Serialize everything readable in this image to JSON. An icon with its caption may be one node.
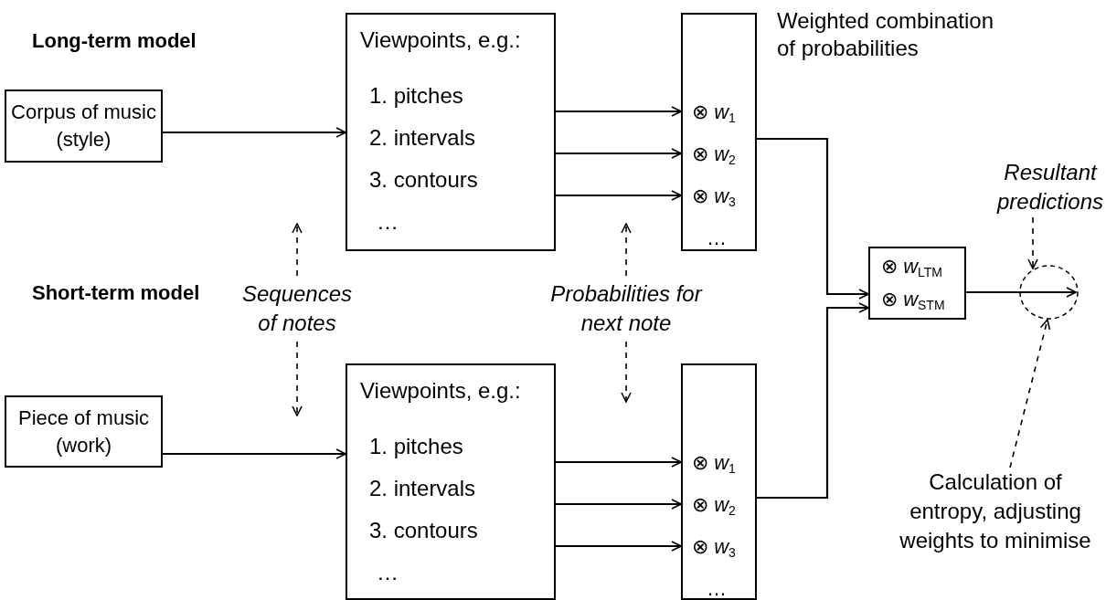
{
  "diagram": {
    "nodes": [
      {
        "text": [
          "Corpus of music (style)"
        ]
      },
      {
        "text": [
          "Viewpoints, e.g.:",
          "1. pitches",
          "2. intervals",
          "3. contours",
          "…"
        ]
      },
      {
        "text": [
          "⊗ *w*$_{1}$",
          "⊗ *w*$_{2}$",
          "⊗ *w*$_{3}$",
          "…"
        ],
        "beside": [
          "Weighted combination of probabilities"
        ]
      },
      {
        "text": [
          "Piece of music (work)"
        ]
      },
      {
        "text": [
          "Viewpoints, e.g.:",
          "1. pitches",
          "2. intervals",
          "3. contours",
          "…"
        ]
      },
      {
        "text": [
          "⊗ *w*$_{1}$",
          "⊗ *w*$_{2}$",
          "⊗ *w*$_{3}$",
          "…"
        ]
      },
      {
        "text": [
          "⊗ *w*$_{LTM}$",
          "⊗ *w*$_{STM}$"
        ]
      },
      {
        "text": [],
        "shape": "circle"
      },
      {
        "text": [
          "Sequences of notes"
        ]
      },
      {
        "text": [
          "Probabilities for next note"
        ]
      },
      {
        "text": [
          "Resultant predictions"
        ]
      },
      {
        "text": [
          "Calculation of entropy, adjusting weights to minimise"
        ]
      }
    ],
    "edges": [
      {
        "from": 0,
        "to": 1,
        "arrow": "to"
      },
      {
        "from": 1,
        "to": 2,
        "arrow": "to"
      },
      {
        "from": 1,
        "to": 2,
        "arrow": "to"
      },
      {
        "from": 1,
        "to": 2,
        "arrow": "to"
      },
      {
        "from": 3,
        "to": 4,
        "arrow": "to"
      },
      {
        "from": 4,
        "to": 5,
        "arrow": "to"
      },
      {
        "from": 4,
        "to": 5,
        "arrow": "to"
      },
      {
        "from": 4,
        "to": 5,
        "arrow": "to"
      },
      {
        "from": 2,
        "to": 6,
        "arrow": "to"
      },
      {
        "from": 5,
        "to": 6,
        "arrow": "to"
      },
      {
        "from": 6,
        "to": 7,
        "arrow": "to"
      },
      {
        "from": 8,
        "to": null,
        "arrow": "to",
        "style": "dashed"
      },
      {
        "from": 8,
        "to": null,
        "arrow": "to",
        "style": "dashed"
      },
      {
        "from": 9,
        "to": null,
        "arrow": "to",
        "style": "dashed"
      },
      {
        "from": 9,
        "to": null,
        "arrow": "to",
        "style": "dashed"
      },
      {
        "from": 10,
        "to": 7,
        "arrow": "to",
        "style": "dashed"
      },
      {
        "from": 11,
        "to": 7,
        "arrow": "to",
        "style": "dashed"
      }
    ],
    "labels": [
      "Long-term model",
      "Short-term model"
    ]
  }
}
